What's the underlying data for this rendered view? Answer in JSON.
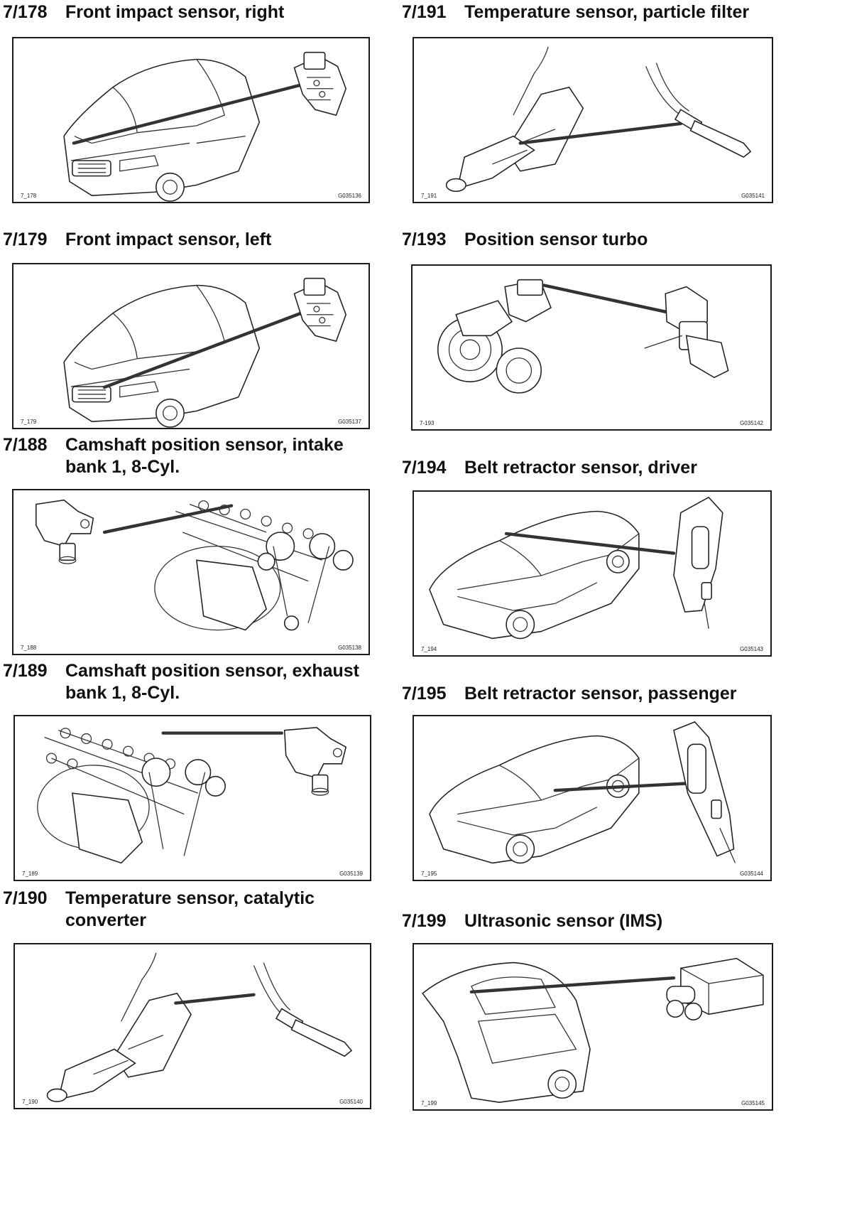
{
  "entries": [
    {
      "code": "7/178",
      "title": "Front impact sensor, right",
      "left_label": "7_178",
      "right_label": "G035136"
    },
    {
      "code": "7/191",
      "title": "Temperature sensor, particle filter",
      "left_label": "7_191",
      "right_label": "G035141"
    },
    {
      "code": "7/179",
      "title": "Front impact sensor, left",
      "left_label": "7_179",
      "right_label": "G035137"
    },
    {
      "code": "7/193",
      "title": "Position sensor turbo",
      "left_label": "7-193",
      "right_label": "G035142"
    },
    {
      "code": "7/188",
      "title": "Camshaft position sensor, intake\nbank 1, 8-Cyl.",
      "left_label": "7_188",
      "right_label": "G035138"
    },
    {
      "code": "7/194",
      "title": "Belt retractor sensor, driver",
      "left_label": "7_194",
      "right_label": "G035143"
    },
    {
      "code": "7/189",
      "title": "Camshaft position sensor, exhaust\nbank 1, 8-Cyl.",
      "left_label": "7_189",
      "right_label": "G035139"
    },
    {
      "code": "7/195",
      "title": "Belt retractor sensor, passenger",
      "left_label": "7_195",
      "right_label": "G035144"
    },
    {
      "code": "7/190",
      "title": "Temperature sensor, catalytic\nconverter",
      "left_label": "7_190",
      "right_label": "G035140"
    },
    {
      "code": "7/199",
      "title": "Ultrasonic sensor (IMS)",
      "left_label": "7_199",
      "right_label": "G035145"
    }
  ]
}
